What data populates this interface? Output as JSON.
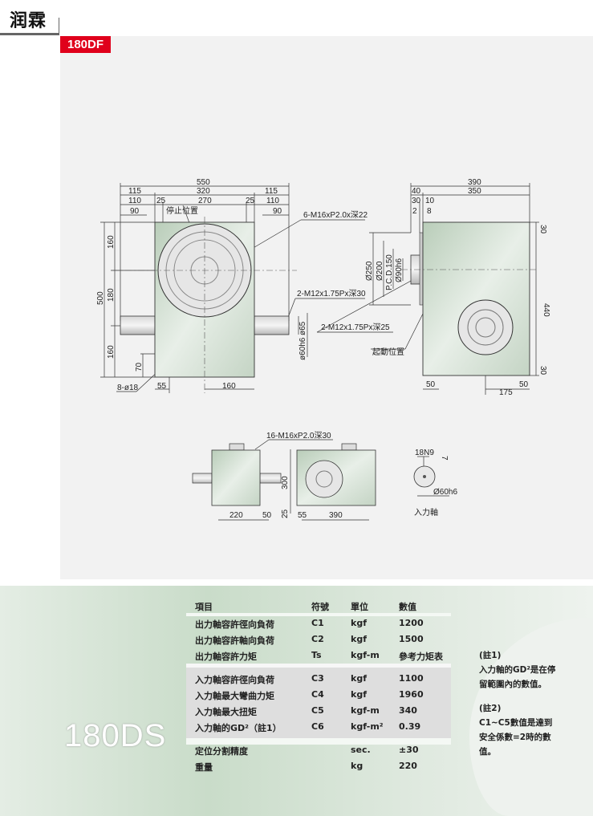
{
  "header": {
    "brand": "润霖",
    "model_badge": "180DF"
  },
  "drawing": {
    "front": {
      "d550": "550",
      "d115a": "115",
      "d320": "320",
      "d115b": "115",
      "d110a": "110",
      "d25a": "25",
      "d270": "270",
      "d25b": "25",
      "d110b": "110",
      "d90a": "90",
      "d90b": "90",
      "stop_pos": "停止位置",
      "tap1": "6-M16xP2.0x深22",
      "tap2": "2-M12x1.75Px深30",
      "tap3": "2-M12x1.75Px深25",
      "d500": "500",
      "d160a": "160",
      "d180": "180",
      "d160b": "160",
      "d70": "70",
      "holes": "8-ø18",
      "d55": "55",
      "d160c": "160",
      "d65": "ø65",
      "d60h6": "ø60h6"
    },
    "side": {
      "d390": "390",
      "d40": "40",
      "d350": "350",
      "d30": "30",
      "d10": "10",
      "d2": "2",
      "d8": "8",
      "d250": "Ø250",
      "d200": "Ø200",
      "pcd": "P.C.D.150",
      "d90h6": "Ø90h6",
      "start_pos": "起動位置",
      "d440": "440",
      "d30a": "30",
      "d30b": "30",
      "d50a": "50",
      "d50b": "50",
      "d175": "175"
    },
    "bottom": {
      "tap": "16-M16xP2.0深30",
      "d220": "220",
      "d50": "50",
      "d300": "300",
      "d25": "25",
      "d55": "55",
      "d390": "390"
    },
    "shaft": {
      "key": "18N9",
      "d7": "7",
      "dia": "Ø60h6",
      "label": "入力軸"
    }
  },
  "spec": {
    "model": "180DS",
    "headers": {
      "item": "項目",
      "symbol": "符號",
      "unit": "單位",
      "value": "數值"
    },
    "rows": [
      {
        "item": "出力軸容許徑向負荷",
        "symbol": "C1",
        "unit": "kgf",
        "value": "1200"
      },
      {
        "item": "出力軸容許軸向負荷",
        "symbol": "C2",
        "unit": "kgf",
        "value": "1500"
      },
      {
        "item": "出力軸容許力矩",
        "symbol": "Ts",
        "unit": "kgf-m",
        "value": "參考力矩表"
      },
      {
        "item": "入力軸容許徑向負荷",
        "symbol": "C3",
        "unit": "kgf",
        "value": "1100"
      },
      {
        "item": "入力軸最大彎曲力矩",
        "symbol": "C4",
        "unit": "kgf",
        "value": "1960"
      },
      {
        "item": "入力軸最大扭矩",
        "symbol": "C5",
        "unit": "kgf-m",
        "value": "340"
      },
      {
        "item": "入力軸的GD²（註1）",
        "symbol": "C6",
        "unit": "kgf-m²",
        "value": "0.39"
      },
      {
        "item": "定位分割精度",
        "symbol": "",
        "unit": "sec.",
        "value": "±30"
      },
      {
        "item": "重量",
        "symbol": "",
        "unit": "kg",
        "value": "220"
      }
    ],
    "notes": {
      "n1_title": "(註1)",
      "n1_l1": "入力軸的GD²是在停",
      "n1_l2": "留範圍內的數值。",
      "n2_title": "(註2)",
      "n2_l1": "C1~C5數值是達到",
      "n2_l2": "安全係數=2時的數",
      "n2_l3": "值。"
    }
  }
}
